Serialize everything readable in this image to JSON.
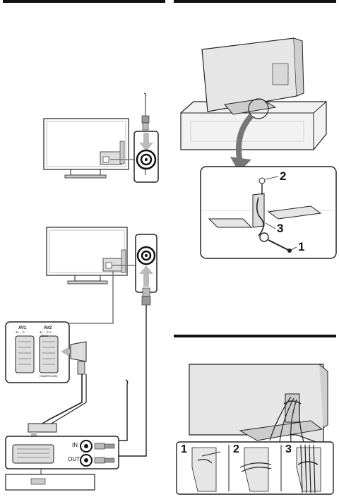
{
  "antenna_port": {
    "symbol": "⊤"
  },
  "scart_panel": {
    "av1": {
      "label": "AV1",
      "sub": "⊕/→ ⊖"
    },
    "av2": {
      "label": "AV2",
      "sub": "⊕/→ ⊖ S VIDEO"
    },
    "note": "(SMARTLINK)"
  },
  "vcr": {
    "in_label": "IN",
    "out_label": "OUT"
  },
  "stand_fix": {
    "step1": "1",
    "step2": "2",
    "step3": "3"
  },
  "cable_tie": {
    "step1": "1",
    "step2": "2",
    "step3": "3"
  }
}
